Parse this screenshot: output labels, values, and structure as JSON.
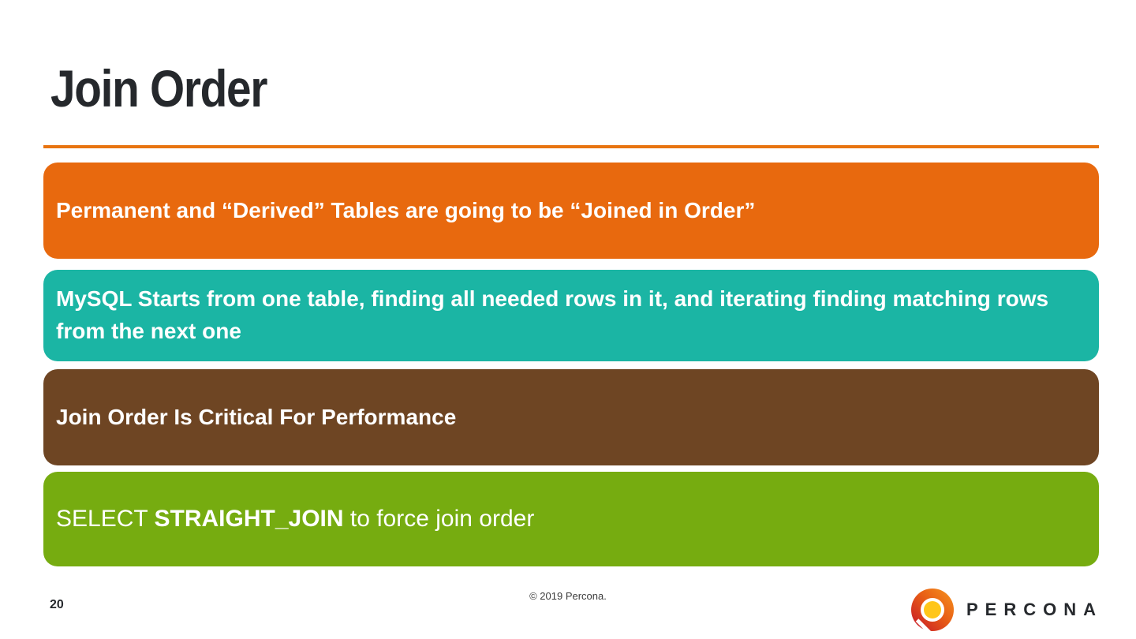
{
  "slide": {
    "title": "Join Order",
    "page_number": "20",
    "copyright": "© 2019 Percona.",
    "logo_text": "PERCONA"
  },
  "boxes": [
    {
      "label": "Permanent and “Derived” Tables are going to be “Joined in Order”",
      "color": "#E8690E"
    },
    {
      "label": "MySQL Starts from one table, finding all needed rows in it, and iterating finding matching rows from the next one",
      "color": "#1BB5A4"
    },
    {
      "label": "Join Order Is Critical For Performance",
      "color": "#6E4523"
    },
    {
      "prefix": "SELECT ",
      "keyword": "STRAIGHT_JOIN",
      "suffix": " to force join order",
      "color": "#76AC10"
    }
  ],
  "colors": {
    "title_text": "#25282C",
    "rule_orange": "#E87410",
    "logo_red": "#CB2127",
    "logo_orange": "#F6951F",
    "logo_gold": "#FFC61A"
  }
}
